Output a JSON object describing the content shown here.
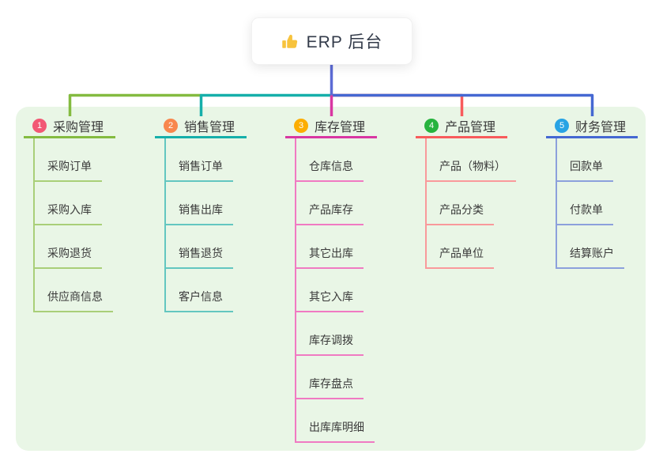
{
  "root": {
    "title": "ERP 后台",
    "icon": "thumbs-up-icon",
    "icon_color": "#F7C33D"
  },
  "branches": [
    {
      "index": "1",
      "label": "采购管理",
      "badge_color": "#F25874",
      "line_color": "#84BB40",
      "child_line_color": "#A9CF78",
      "children": [
        "采购订单",
        "采购入库",
        "采购退货",
        "供应商信息"
      ]
    },
    {
      "index": "2",
      "label": "销售管理",
      "badge_color": "#F8874D",
      "line_color": "#16AFAA",
      "child_line_color": "#63C6C0",
      "children": [
        "销售订单",
        "销售出库",
        "销售退货",
        "客户信息"
      ]
    },
    {
      "index": "3",
      "label": "库存管理",
      "badge_color": "#FCAD02",
      "line_color": "#D837A2",
      "child_line_color": "#F07AC2",
      "children": [
        "仓库信息",
        "产品库存",
        "其它出库",
        "其它入库",
        "库存调拨",
        "库存盘点",
        "出库库明细"
      ]
    },
    {
      "index": "4",
      "label": "产品管理",
      "badge_color": "#27B33E",
      "line_color": "#F85B5C",
      "child_line_color": "#F9999B",
      "children": [
        "产品（物料）",
        "产品分类",
        "产品单位"
      ]
    },
    {
      "index": "5",
      "label": "财务管理",
      "badge_color": "#28A3E4",
      "line_color": "#4568D2",
      "child_line_color": "#8CA0DC",
      "children": [
        "回款单",
        "付款单",
        "结算账户"
      ]
    }
  ],
  "colors": {
    "trunk": "#5C6BD5",
    "panel_bg": "#E9F6E6",
    "card_bg": "#FFFFFF",
    "title_text": "#333B4A",
    "node_text": "#3A3A3A"
  }
}
